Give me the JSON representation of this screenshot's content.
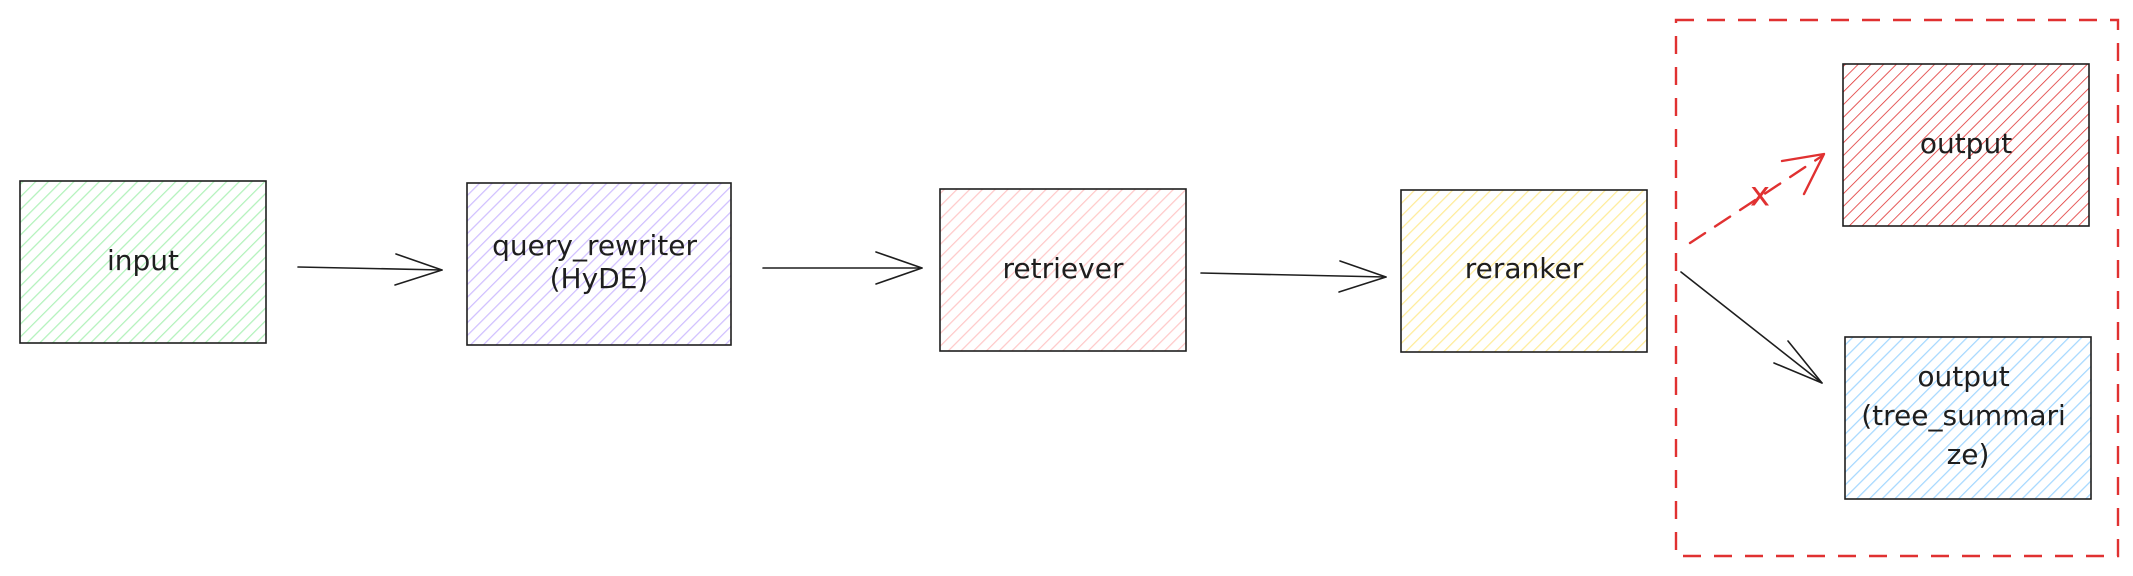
{
  "colors": {
    "ink": "#1e1e1e",
    "alert_red": "#e03131",
    "input_green": "#b2f2bb",
    "query_rewriter_purple": "#d0bfff",
    "retriever_pink": "#ffc9c9",
    "reranker_yellow": "#ffec99",
    "output_red": "#e03131",
    "output_blue": "#a5d8ff"
  },
  "nodes": {
    "input": {
      "lines": [
        "input"
      ]
    },
    "query_rewriter": {
      "lines": [
        "query_rewriter",
        "(HyDE)"
      ]
    },
    "retriever": {
      "lines": [
        "retriever"
      ]
    },
    "reranker": {
      "lines": [
        "reranker"
      ]
    },
    "output_rejected": {
      "lines": [
        "output"
      ]
    },
    "output_tree_summarize": {
      "lines": [
        "output",
        "(tree_summari",
        "ze)"
      ]
    }
  },
  "edges": {
    "rejected_marker": "x"
  }
}
